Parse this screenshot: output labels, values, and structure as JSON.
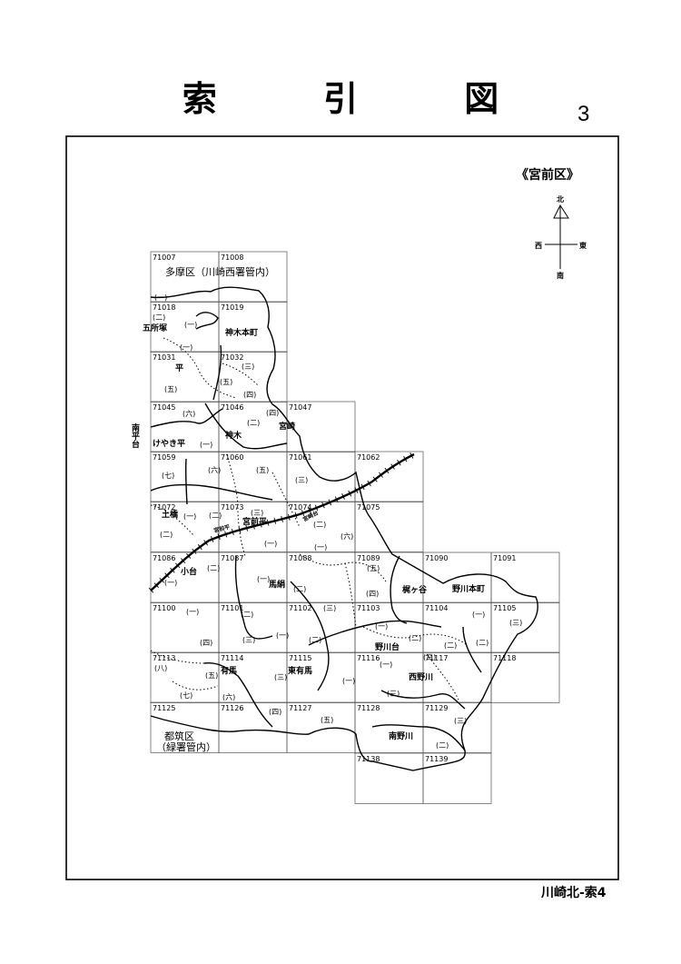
{
  "header": {
    "title": "索 引 図",
    "page_number": "3"
  },
  "map": {
    "region_label": "《宮前区》",
    "compass": {
      "north": "北",
      "south": "南",
      "east": "東",
      "west": "西"
    },
    "outside_labels": {
      "north_area": "多摩区（川崎西署管内）",
      "south_area_line1": "都筑区",
      "south_area_line2": "（緑署管内）"
    },
    "grid_cells": [
      "71007",
      "71008",
      "71018",
      "71019",
      "71031",
      "71032",
      "71045",
      "71046",
      "71047",
      "71059",
      "71060",
      "71061",
      "71062",
      "71072",
      "71073",
      "71074",
      "71075",
      "71086",
      "71087",
      "71088",
      "71089",
      "71090",
      "71091",
      "71100",
      "71101",
      "71102",
      "71103",
      "71104",
      "71105",
      "71113",
      "71114",
      "71115",
      "71116",
      "71117",
      "71118",
      "71125",
      "71126",
      "71127",
      "71128",
      "71129",
      "71138",
      "71139"
    ],
    "place_names": [
      "五所塚",
      "神木本町",
      "平",
      "南平台",
      "けやき平",
      "神木",
      "宮崎",
      "土橋",
      "宮前平",
      "小台",
      "馬絹",
      "梶ヶ谷",
      "野川本町",
      "野川台",
      "有馬",
      "東有馬",
      "西野川",
      "南野川"
    ],
    "district_numbers": [
      "(一)",
      "(二)",
      "(三)",
      "(四)",
      "(五)",
      "(六)",
      "(七)",
      "(八)"
    ],
    "railway_label": "宮前平",
    "station_label": "宮崎台"
  },
  "footer": {
    "sheet_label": "川崎北-索4"
  }
}
